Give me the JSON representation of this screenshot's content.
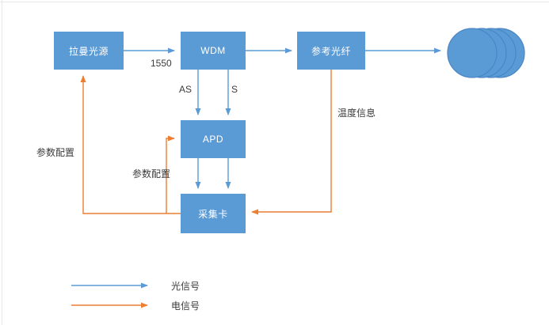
{
  "diagram": {
    "nodes": {
      "raman_source": "拉曼光源",
      "wdm": "WDM",
      "reference_fiber": "参考光纤",
      "apd": "APD",
      "daq_card": "采集卡"
    },
    "edge_labels": {
      "wavelength_1550": "1550",
      "anti_stokes": "AS",
      "stokes": "S",
      "temperature_info": "温度信息",
      "param_config_source": "参数配置",
      "param_config_apd": "参数配置"
    },
    "legend": {
      "optical_signal": "光信号",
      "electrical_signal": "电信号"
    },
    "colors": {
      "node_fill": "#5b9bd5",
      "node_text": "#ffffff",
      "optical": "#5b9bd5",
      "electrical": "#ed7d31",
      "coil_stroke": "#4a86c5"
    }
  }
}
